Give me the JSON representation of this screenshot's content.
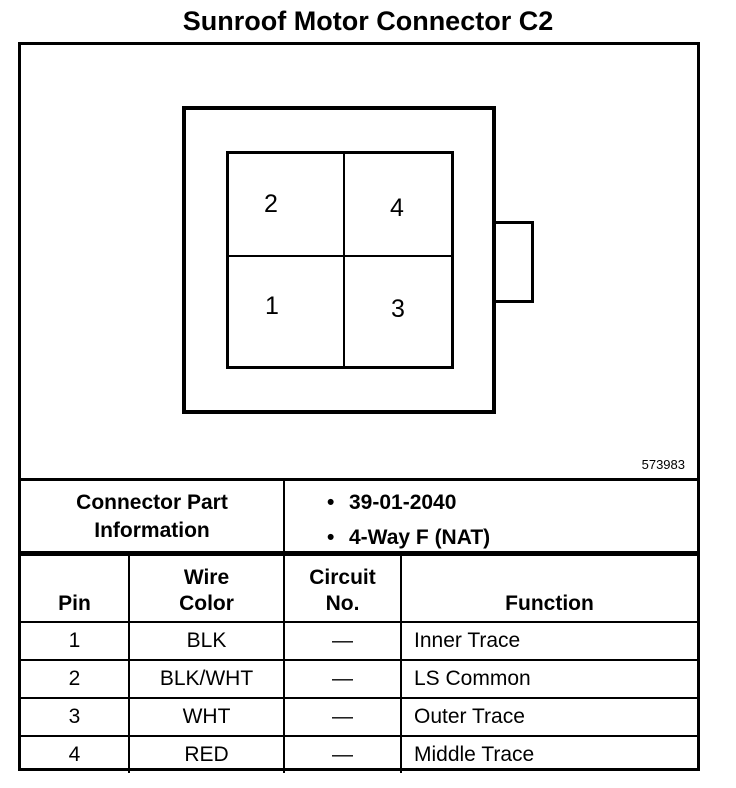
{
  "title": "Sunroof Motor Connector C2",
  "diagram": {
    "pins": {
      "top_left": "2",
      "top_right": "4",
      "bottom_left": "1",
      "bottom_right": "3"
    },
    "reference_number": "573983"
  },
  "part_info": {
    "label": "Connector Part Information",
    "bullet": "•",
    "items": [
      "39-01-2040",
      "4-Way F (NAT)"
    ]
  },
  "table": {
    "headers": {
      "pin": "Pin",
      "wire_color": "Wire Color",
      "circuit": "Circuit No.",
      "function": "Function"
    },
    "rows": [
      {
        "pin": "1",
        "wire": "BLK",
        "circuit": "—",
        "function": "Inner Trace"
      },
      {
        "pin": "2",
        "wire": "BLK/WHT",
        "circuit": "—",
        "function": "LS Common"
      },
      {
        "pin": "3",
        "wire": "WHT",
        "circuit": "—",
        "function": "Outer Trace"
      },
      {
        "pin": "4",
        "wire": "RED",
        "circuit": "—",
        "function": "Middle Trace"
      }
    ]
  }
}
